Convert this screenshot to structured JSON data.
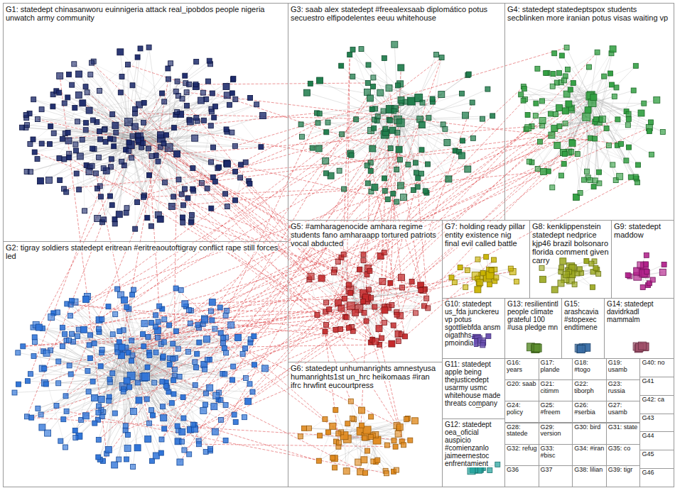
{
  "diagram": {
    "nodes": [
      {
        "text": [
          "G1: statedept chinasanworu euinnigeria attack real_ipobdos people nigeria unwatch army community"
        ]
      },
      {
        "text": [
          "G2: tigray soldiers statedept eritrean #eritreaoutoftigray conflict rape still forces led"
        ]
      },
      {
        "text": [
          "G3: saab alex statedept #freealexsaab diplomático potus secuestro elfipodelentes eeuu whitehouse"
        ]
      },
      {
        "text": [
          "G4: statedept statedeptspox students secblinken more iranian potus visas waiting vp"
        ]
      },
      {
        "text": [
          "G5: #amharagenocide amhara regime students fano amharaapp tortured patriots vocal abducted"
        ]
      },
      {
        "text": [
          "G6: statedept unhumanrights amnestyusa humanrights1st un_hrc heikomaas #iran ifrc hrwfint eucourtpress"
        ]
      },
      {
        "text": [
          "G7: holding ready pillar entity existence nig final evil called battle"
        ]
      },
      {
        "text": [
          "G8: kenklippenstein statedept nedprice kjp46 brazil bolsonaro florida comment given carry"
        ]
      },
      {
        "text": [
          "G9: statedept maddow"
        ]
      },
      {
        "text": [
          "G10: statedept us_fda junckereu vp potus sgottliebfda ansm oigathhs pmoindia"
        ]
      },
      {
        "text": [
          "G11: statedept apple being thejusticedept usarmy usmc whitehouse made threats company"
        ]
      },
      {
        "text": [
          "G12: statedept oea_oficial auspicio #comienzanlo jaimeernestoc enfrentamient"
        ]
      },
      {
        "text": [
          "G13: resilientintl people climate grateful 100 #usa pledge mn"
        ]
      },
      {
        "text": [
          "G14: statedept davidrkadl mammalm"
        ]
      },
      {
        "text": [
          "G15: arashcavia #stopexec endtimene"
        ]
      },
      {
        "text": [
          "G16: years"
        ]
      },
      {
        "text": [
          "G17: plande"
        ]
      },
      {
        "text": [
          "G18: #togo"
        ]
      },
      {
        "text": [
          "G19: usamb"
        ]
      },
      {
        "text": [
          "G20: saab"
        ]
      },
      {
        "text": [
          "G21: citimm"
        ]
      },
      {
        "text": [
          "G22: tiborph"
        ]
      },
      {
        "text": [
          "G23: russia"
        ]
      },
      {
        "text": [
          "G24: policy"
        ]
      },
      {
        "text": [
          "G25: #freem"
        ]
      },
      {
        "text": [
          "G26: #serbia"
        ]
      },
      {
        "text": [
          "G27: usamb"
        ]
      },
      {
        "text": [
          "G28: statede"
        ]
      },
      {
        "text": [
          "G29: version"
        ]
      },
      {
        "text": [
          "G30: bird"
        ]
      },
      {
        "text": [
          "G31: state"
        ]
      },
      {
        "text": [
          "G32: refug"
        ]
      },
      {
        "text": [
          "G33: #bisc"
        ]
      },
      {
        "text": [
          "G34: #iran"
        ]
      },
      {
        "text": [
          "G35: co"
        ]
      },
      {
        "text": [
          "G36"
        ]
      },
      {
        "text": [
          "G37"
        ]
      },
      {
        "text": [
          "G38: lilian"
        ]
      },
      {
        "text": [
          "G39: tigr"
        ]
      },
      {
        "text": [
          "G40: no"
        ]
      },
      {
        "text": [
          "G41"
        ]
      },
      {
        "text": [
          "G42: ca"
        ]
      },
      {
        "text": [
          "G43"
        ]
      },
      {
        "text": [
          "G44"
        ]
      },
      {
        "text": [
          "G45"
        ]
      },
      {
        "text": [
          "G46"
        ]
      }
    ]
  }
}
